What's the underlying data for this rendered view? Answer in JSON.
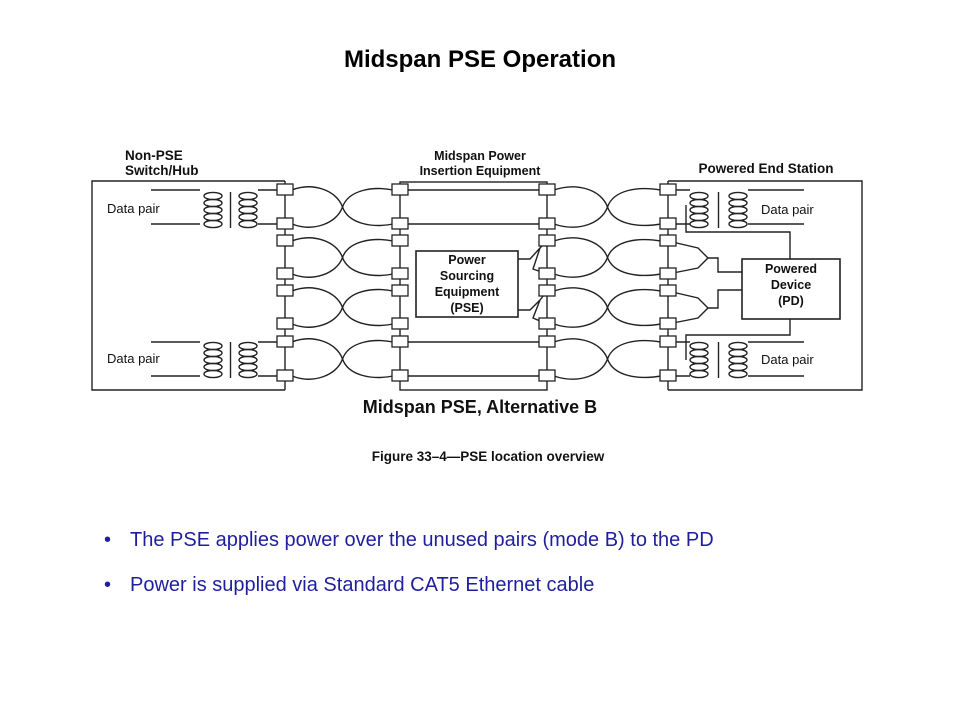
{
  "slide": {
    "title": "Midspan PSE Operation"
  },
  "diagram": {
    "left_box": {
      "title_line1": "Non-PSE",
      "title_line2": "Switch/Hub",
      "data_pair_top": "Data pair",
      "data_pair_bottom": "Data pair"
    },
    "middle_box": {
      "title_line1": "Midspan Power",
      "title_line2": "Insertion Equipment",
      "pse_line1": "Power",
      "pse_line2": "Sourcing",
      "pse_line3": "Equipment",
      "pse_line4": "(PSE)"
    },
    "right_box": {
      "title": "Powered End Station",
      "data_pair_top": "Data pair",
      "data_pair_bottom": "Data pair",
      "pd_line1": "Powered",
      "pd_line2": "Device",
      "pd_line3": "(PD)"
    },
    "subtitle": "Midspan PSE, Alternative B",
    "caption": "Figure 33–4—PSE location overview"
  },
  "bullets": [
    {
      "marker": "•",
      "text": "The PSE applies power over the unused pairs (mode B) to the PD"
    },
    {
      "marker": "•",
      "text": "Power is supplied via Standard CAT5 Ethernet cable"
    }
  ],
  "colors": {
    "bullet_text": "#1f1f9e",
    "line": "#222222"
  }
}
